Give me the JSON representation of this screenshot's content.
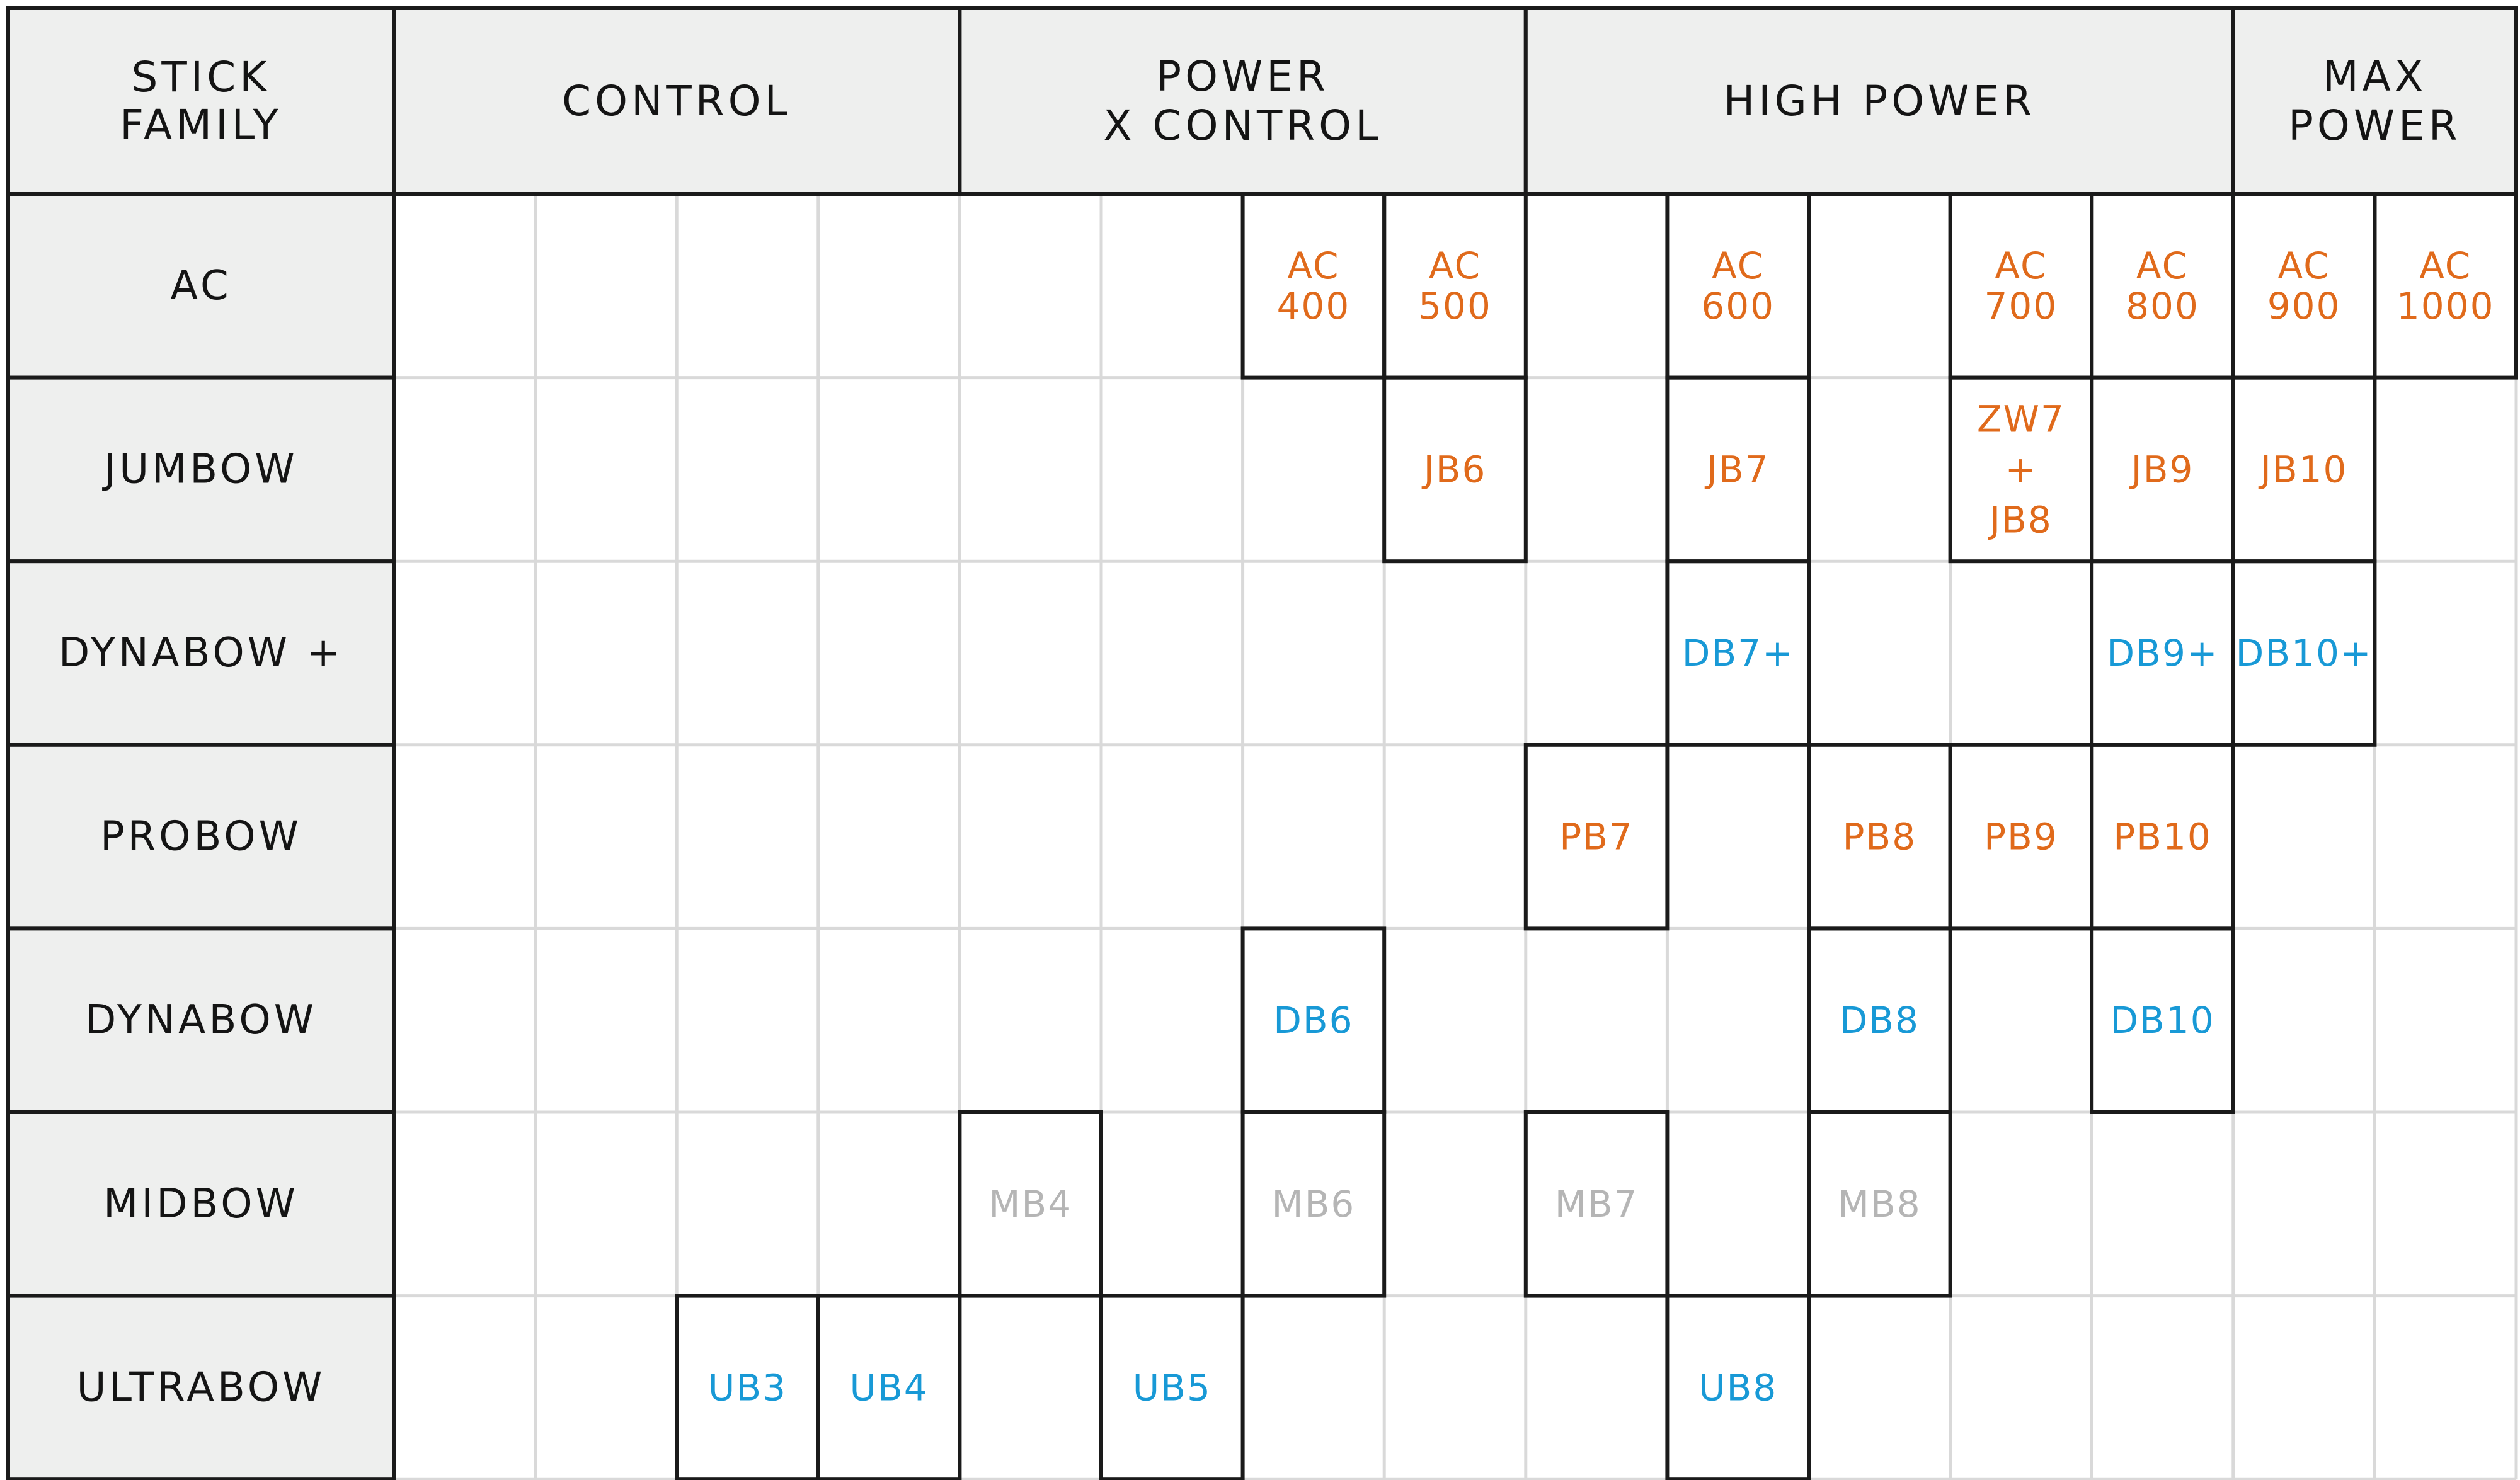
{
  "header": {
    "family_label": [
      "STICK",
      "FAMILY"
    ],
    "groups": [
      {
        "lines": [
          "CONTROL"
        ],
        "span": 4
      },
      {
        "lines": [
          "POWER",
          "X CONTROL"
        ],
        "span": 4
      },
      {
        "lines": [
          "HIGH POWER"
        ],
        "span": 5
      },
      {
        "lines": [
          "MAX",
          "POWER"
        ],
        "span": 2
      }
    ]
  },
  "colors": {
    "orange": "#e06a1b",
    "blue": "#1899d6",
    "grey": "#b5b5b5",
    "header_bg": "#eeefee",
    "grid": "#d9d9d9",
    "border": "#1a1a1a"
  },
  "rows": [
    {
      "label": "AC",
      "cells": [
        {
          "col": 6,
          "lines": [
            "AC",
            "400"
          ],
          "color": "orange"
        },
        {
          "col": 7,
          "lines": [
            "AC",
            "500"
          ],
          "color": "orange"
        },
        {
          "col": 9,
          "lines": [
            "AC",
            "600"
          ],
          "color": "orange"
        },
        {
          "col": 11,
          "lines": [
            "AC",
            "700"
          ],
          "color": "orange"
        },
        {
          "col": 12,
          "lines": [
            "AC",
            "800"
          ],
          "color": "orange"
        },
        {
          "col": 13,
          "lines": [
            "AC",
            "900"
          ],
          "color": "orange"
        },
        {
          "col": 14,
          "lines": [
            "AC",
            "1000"
          ],
          "color": "orange"
        }
      ]
    },
    {
      "label": "JUMBOW",
      "cells": [
        {
          "col": 7,
          "lines": [
            "JB6"
          ],
          "color": "orange"
        },
        {
          "col": 9,
          "lines": [
            "JB7"
          ],
          "color": "orange"
        },
        {
          "col": 11,
          "lines": [
            "ZW7",
            "+",
            "JB8"
          ],
          "color": "orange"
        },
        {
          "col": 12,
          "lines": [
            "JB9"
          ],
          "color": "orange"
        },
        {
          "col": 13,
          "lines": [
            "JB10"
          ],
          "color": "orange"
        }
      ]
    },
    {
      "label": "DYNABOW +",
      "cells": [
        {
          "col": 9,
          "lines": [
            "DB7+"
          ],
          "color": "blue"
        },
        {
          "col": 12,
          "lines": [
            "DB9+"
          ],
          "color": "blue"
        },
        {
          "col": 13,
          "lines": [
            "DB10+"
          ],
          "color": "blue"
        }
      ]
    },
    {
      "label": "PROBOW",
      "cells": [
        {
          "col": 8,
          "lines": [
            "PB7"
          ],
          "color": "orange"
        },
        {
          "col": 10,
          "lines": [
            "PB8"
          ],
          "color": "orange"
        },
        {
          "col": 11,
          "lines": [
            "PB9"
          ],
          "color": "orange"
        },
        {
          "col": 12,
          "lines": [
            "PB10"
          ],
          "color": "orange"
        }
      ]
    },
    {
      "label": "DYNABOW",
      "cells": [
        {
          "col": 6,
          "lines": [
            "DB6"
          ],
          "color": "blue"
        },
        {
          "col": 10,
          "lines": [
            "DB8"
          ],
          "color": "blue"
        },
        {
          "col": 12,
          "lines": [
            "DB10"
          ],
          "color": "blue"
        }
      ]
    },
    {
      "label": "MIDBOW",
      "cells": [
        {
          "col": 4,
          "lines": [
            "MB4"
          ],
          "color": "grey"
        },
        {
          "col": 6,
          "lines": [
            "MB6"
          ],
          "color": "grey"
        },
        {
          "col": 8,
          "lines": [
            "MB7"
          ],
          "color": "grey"
        },
        {
          "col": 10,
          "lines": [
            "MB8"
          ],
          "color": "grey"
        }
      ]
    },
    {
      "label": "ULTRABOW",
      "cells": [
        {
          "col": 2,
          "lines": [
            "UB3"
          ],
          "color": "blue"
        },
        {
          "col": 3,
          "lines": [
            "UB4"
          ],
          "color": "blue"
        },
        {
          "col": 5,
          "lines": [
            "UB5"
          ],
          "color": "blue"
        },
        {
          "col": 9,
          "lines": [
            "UB8"
          ],
          "color": "blue"
        }
      ]
    }
  ]
}
